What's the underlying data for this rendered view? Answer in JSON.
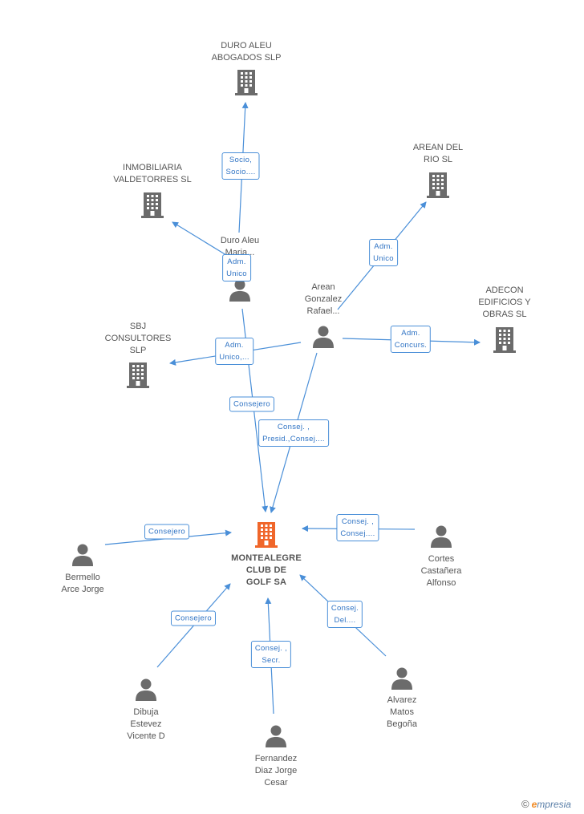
{
  "diagram": {
    "colors": {
      "edge": "#4a8fd8",
      "node_icon": "#6b6b6b",
      "main_icon": "#f0662a",
      "label_text": "#555555",
      "edge_label_text": "#2f73c4"
    },
    "nodes": [
      {
        "id": "main",
        "type": "company",
        "main": true,
        "label": "MONTEALEGRE\nCLUB DE\nGOLF SA"
      },
      {
        "id": "duro_aleu_abogados",
        "type": "company",
        "label": "DURO ALEU\nABOGADOS SLP"
      },
      {
        "id": "inmobiliaria",
        "type": "company",
        "label": "INMOBILIARIA\nVALDETORRES SL"
      },
      {
        "id": "arean_del_rio",
        "type": "company",
        "label": "AREAN DEL\nRIO SL"
      },
      {
        "id": "adecon",
        "type": "company",
        "label": "ADECON\nEDIFICIOS Y\nOBRAS SL"
      },
      {
        "id": "sbj",
        "type": "company",
        "label": "SBJ\nCONSULTORES\nSLP"
      },
      {
        "id": "duro_aleu_maria",
        "type": "person",
        "label": "Duro Aleu\nMaria..."
      },
      {
        "id": "arean_gonzalez",
        "type": "person",
        "label": "Arean\nGonzalez\nRafael..."
      },
      {
        "id": "bermello",
        "type": "person",
        "label": "Bermello\nArce Jorge"
      },
      {
        "id": "cortes",
        "type": "person",
        "label": "Cortes\nCastañera\nAlfonso"
      },
      {
        "id": "dibuja",
        "type": "person",
        "label": "Dibuja\nEstevez\nVicente D"
      },
      {
        "id": "fernandez",
        "type": "person",
        "label": "Fernandez\nDiaz Jorge\nCesar"
      },
      {
        "id": "alvarez",
        "type": "person",
        "label": "Alvarez\nMatos\nBegoña"
      }
    ],
    "edges": [
      {
        "from": "duro_aleu_maria",
        "to": "duro_aleu_abogados",
        "label": "Socio,\nSocio...."
      },
      {
        "from": "duro_aleu_maria",
        "to": "inmobiliaria",
        "label": "Adm.\nUnico"
      },
      {
        "from": "duro_aleu_maria",
        "to": "sbj",
        "label": "Adm.\nUnico,..."
      },
      {
        "from": "duro_aleu_maria",
        "to": "main",
        "label": "Consejero"
      },
      {
        "from": "arean_gonzalez",
        "to": "arean_del_rio",
        "label": "Adm.\nUnico"
      },
      {
        "from": "arean_gonzalez",
        "to": "adecon",
        "label": "Adm.\nConcurs."
      },
      {
        "from": "arean_gonzalez",
        "to": "main",
        "label": "Consej. ,\nPresid.,Consej...."
      },
      {
        "from": "bermello",
        "to": "main",
        "label": "Consejero"
      },
      {
        "from": "cortes",
        "to": "main",
        "label": "Consej. ,\nConsej...."
      },
      {
        "from": "dibuja",
        "to": "main",
        "label": "Consejero"
      },
      {
        "from": "fernandez",
        "to": "main",
        "label": "Consej. ,\nSecr."
      },
      {
        "from": "alvarez",
        "to": "main",
        "label": "Consej.\nDel...."
      }
    ]
  },
  "brand": {
    "copyright": "©",
    "e": "e",
    "word": "mpresia"
  }
}
